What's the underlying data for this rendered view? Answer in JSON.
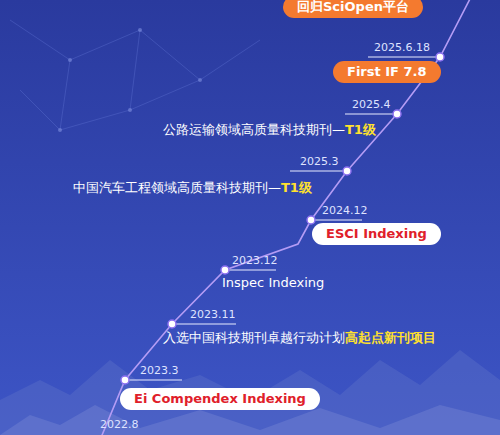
{
  "diagram": {
    "nodes": [
      {
        "text": [
          "回归SciOpen平台"
        ]
      },
      {
        "text": [
          "First IF 7.8"
        ]
      },
      {
        "text": [
          "ESCI Indexing"
        ]
      },
      {
        "text": [
          "Ei Compendex Indexing"
        ]
      }
    ],
    "labels": [
      "2025.6.18",
      "2025.4",
      "公路运输领域高质量科技期刊—",
      "T1级",
      "2025.3",
      "中国汽车工程领域高质量科技期刊—",
      "T1级",
      "2024.12",
      "2023.12",
      "Inspec Indexing",
      "2023.11",
      "入选中国科技期刊卓越行动计划",
      "高起点新刊项目",
      "2023.3",
      "2022.8"
    ]
  }
}
